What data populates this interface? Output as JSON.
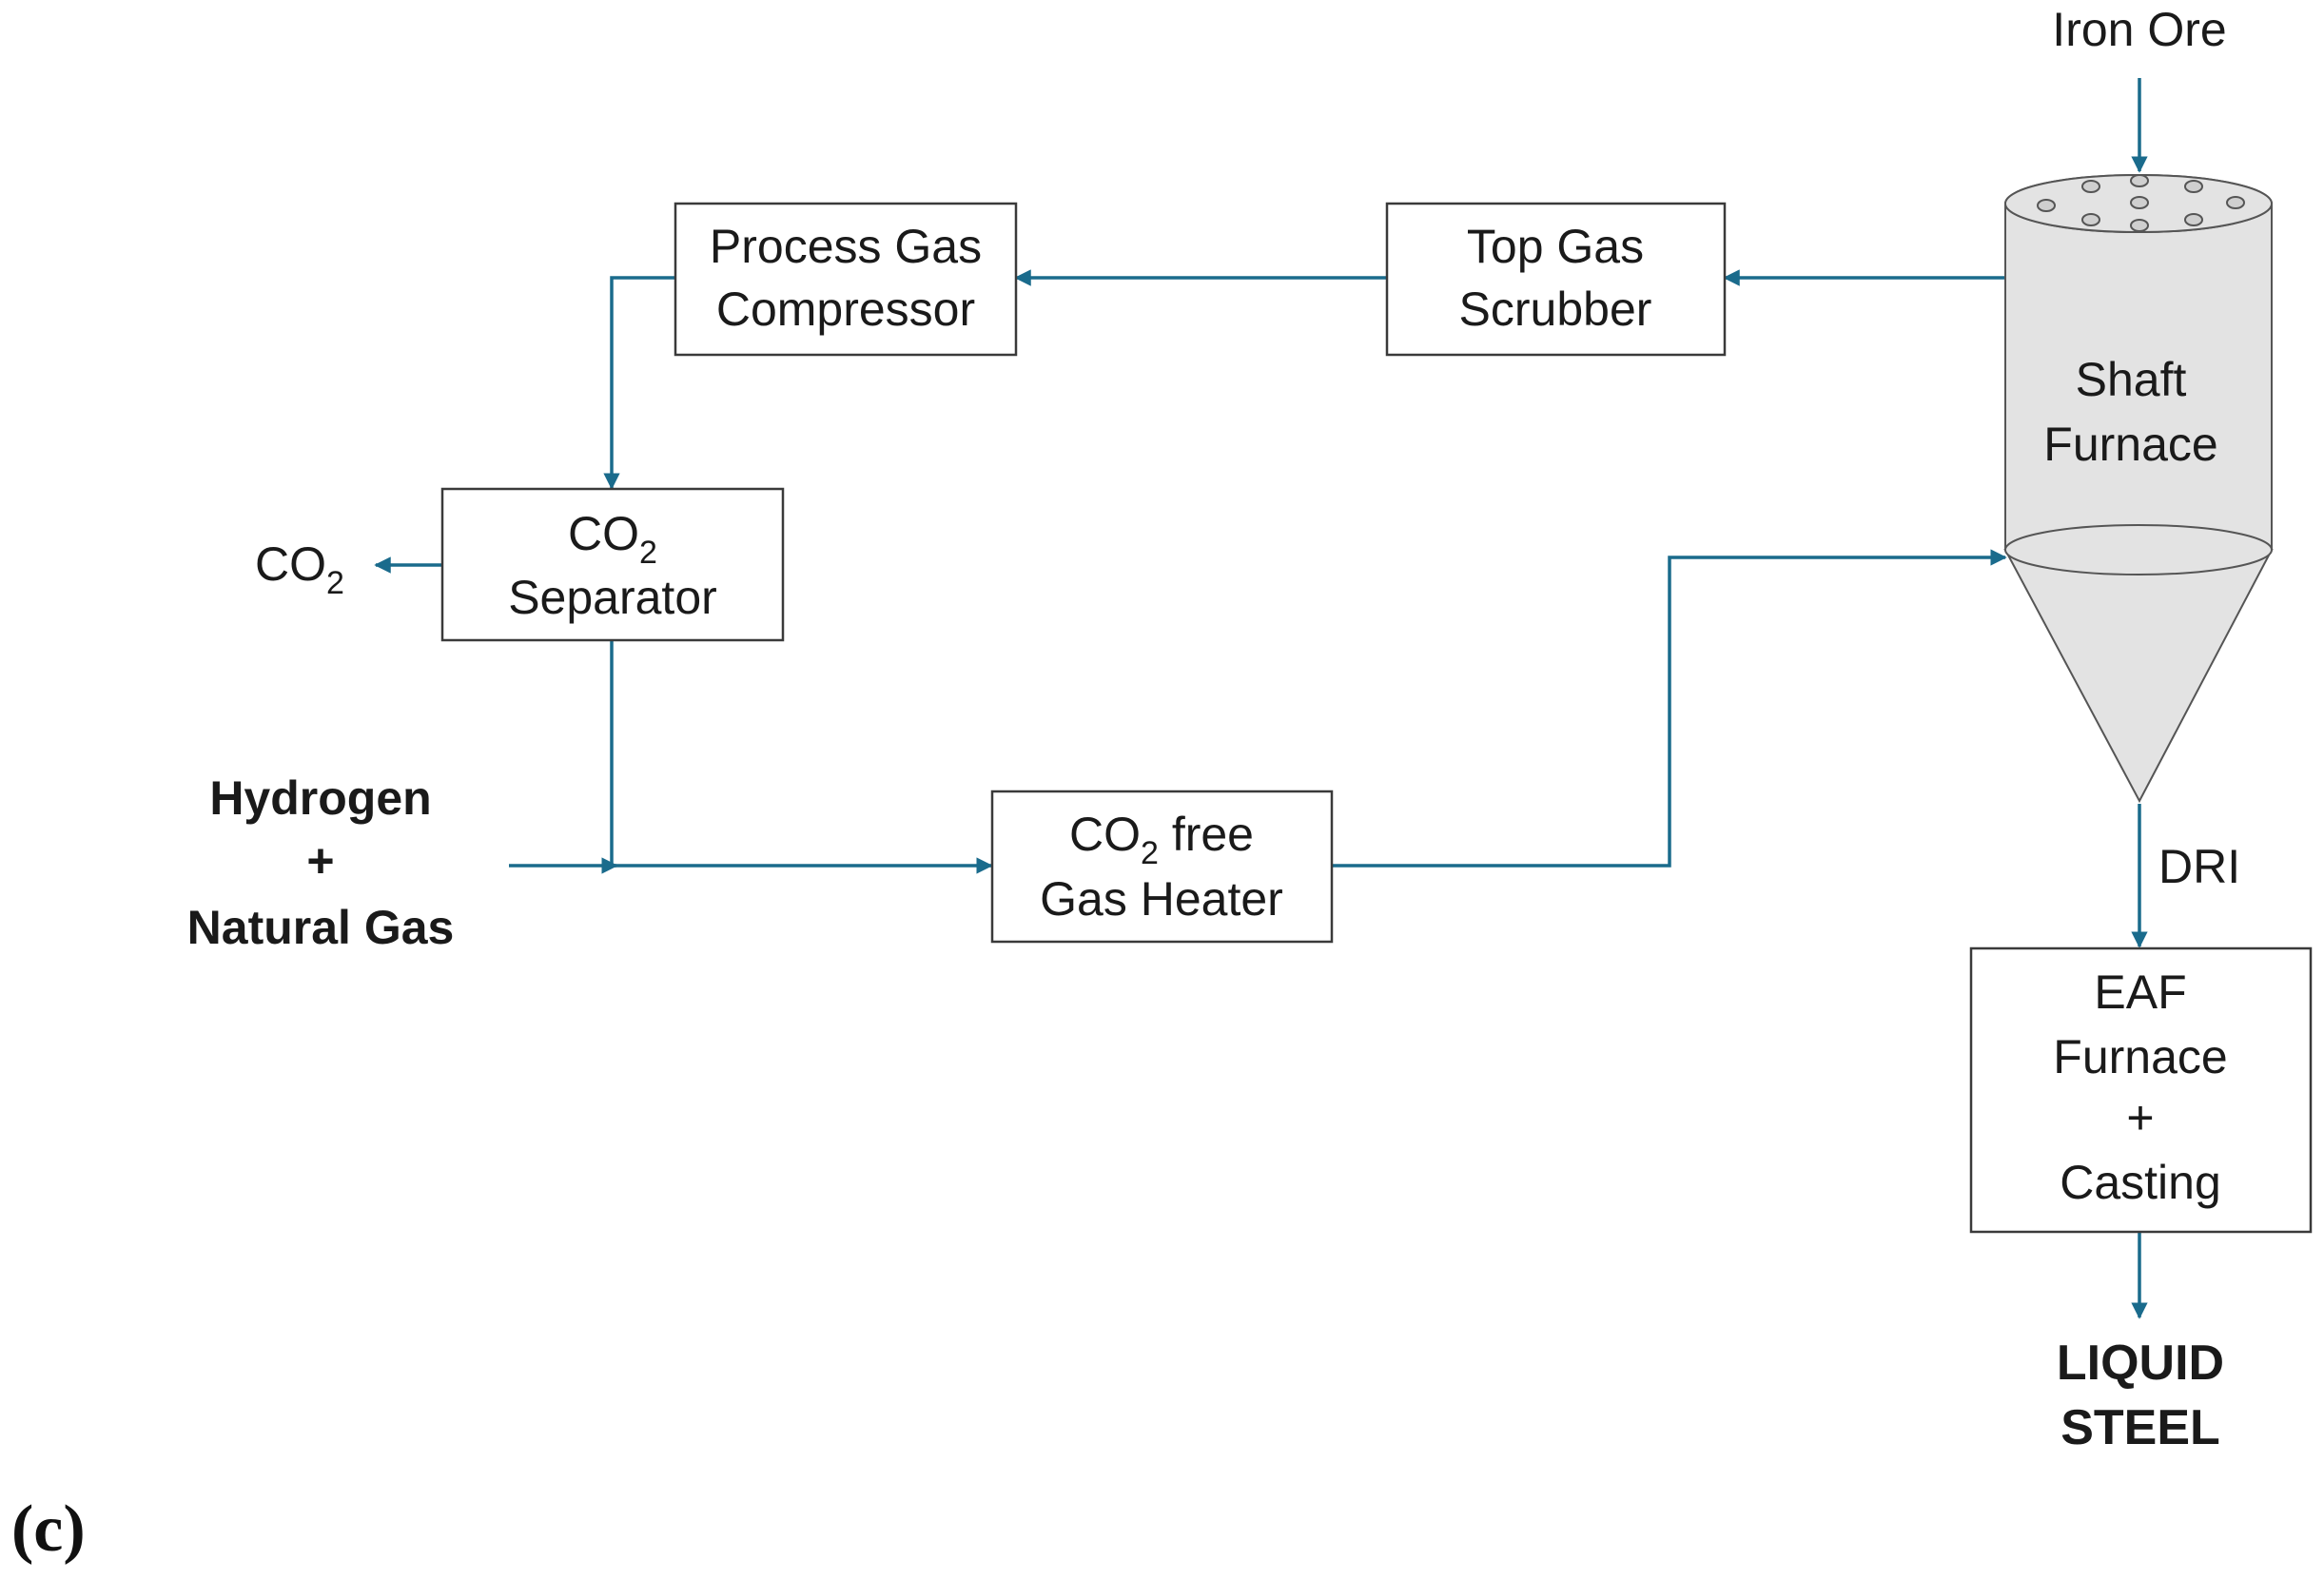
{
  "colors": {
    "flow": "#1a6b8c",
    "box_stroke": "#3a3a3a",
    "furnace_fill": "#e3e3e3",
    "furnace_hole": "#cfcfcf",
    "text": "#1a1a1a"
  },
  "panel_label": "(c)",
  "inputs": {
    "iron_ore": "Iron Ore",
    "feed_line1": "Hydrogen",
    "feed_line2": "+",
    "feed_line3": "Natural Gas"
  },
  "nodes": {
    "process_gas_compressor": {
      "line1": "Process Gas",
      "line2": "Compressor"
    },
    "top_gas_scrubber": {
      "line1": "Top Gas",
      "line2": "Scrubber"
    },
    "co2_separator": {
      "line1_main": "CO",
      "line1_sub": "2",
      "line2": "Separator"
    },
    "co2_free_gas_heater": {
      "line1_main": "CO",
      "line1_sub": "2",
      "line1_rest": " free",
      "line2": "Gas Heater"
    },
    "shaft_furnace": {
      "line1": "Shaft",
      "line2": "Furnace"
    },
    "eaf_furnace": {
      "line1": "EAF",
      "line2": "Furnace",
      "line3": "+",
      "line4": "Casting"
    }
  },
  "outputs": {
    "co2_main": "CO",
    "co2_sub": "2",
    "dri": "DRI",
    "liquid_steel_line1": "LIQUID",
    "liquid_steel_line2": "STEEL"
  }
}
